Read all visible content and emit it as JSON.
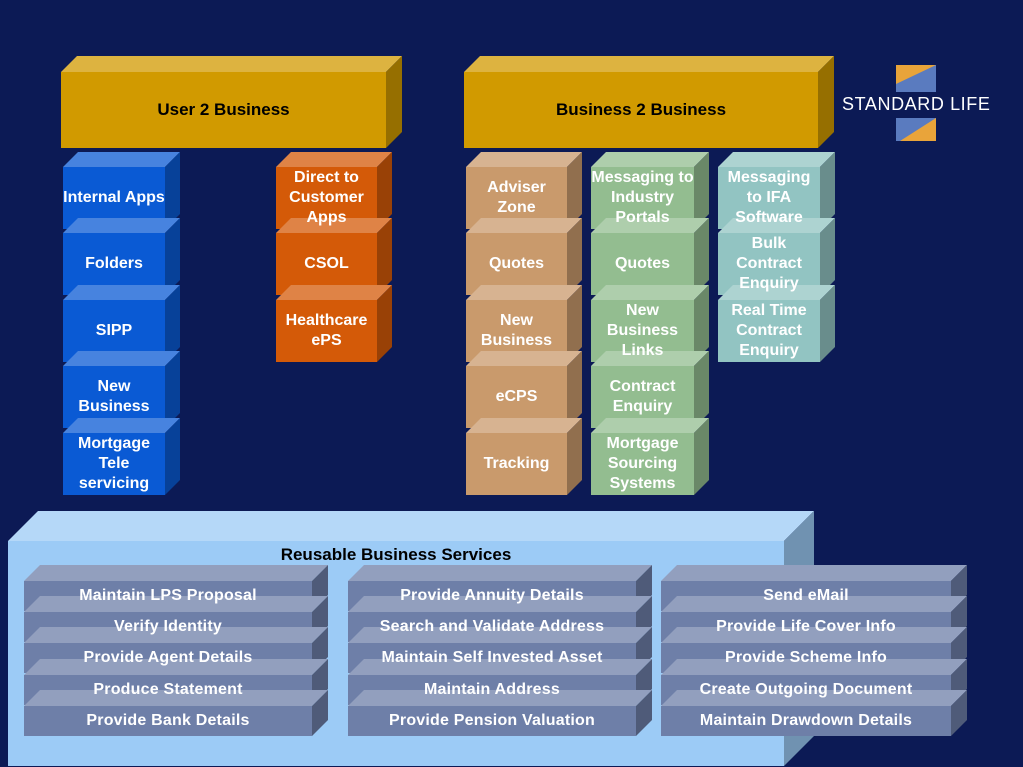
{
  "logo": {
    "text": "STANDARD LIFE"
  },
  "headers": {
    "u2b": "User 2 Business",
    "b2b": "Business 2 Business"
  },
  "u2b_left": [
    "Internal Apps",
    "Folders",
    "SIPP",
    "New Business",
    "Mortgage Tele servicing"
  ],
  "u2b_right": [
    "Direct to Customer Apps",
    "CSOL",
    "Healthcare ePS"
  ],
  "b2b_adviser": [
    "Adviser Zone",
    "Quotes",
    "New Business",
    "eCPS",
    "Tracking"
  ],
  "b2b_portals": [
    "Messaging to Industry Portals",
    "Quotes",
    "New Business Links",
    "Contract Enquiry",
    "Mortgage Sourcing Systems"
  ],
  "b2b_ifa": [
    "Messaging to IFA Software",
    "Bulk Contract Enquiry",
    "Real Time Contract Enquiry"
  ],
  "services": {
    "title": "Reusable Business Services",
    "col1": [
      "Maintain LPS Proposal",
      "Verify Identity",
      "Provide Agent Details",
      "Produce Statement",
      "Provide Bank Details"
    ],
    "col2": [
      "Provide Annuity Details",
      "Search and Validate Address",
      "Maintain Self Invested Asset",
      "Maintain Address",
      "Provide Pension Valuation"
    ],
    "col3": [
      "Send eMail",
      "Provide Life Cover Info",
      "Provide Scheme Info",
      "Create Outgoing Document",
      "Maintain Drawdown Details"
    ]
  },
  "colors": {
    "background": "#0c1a55",
    "header_gold": "#d19a00",
    "blue_block": "#0a5ad4",
    "orange_block": "#d45a08",
    "tan_block": "#c99a6c",
    "green_block": "#93bd90",
    "teal_block": "#92c4c2",
    "services_panel": "#9ccbf6",
    "service_bar": "#6e7fa8"
  }
}
